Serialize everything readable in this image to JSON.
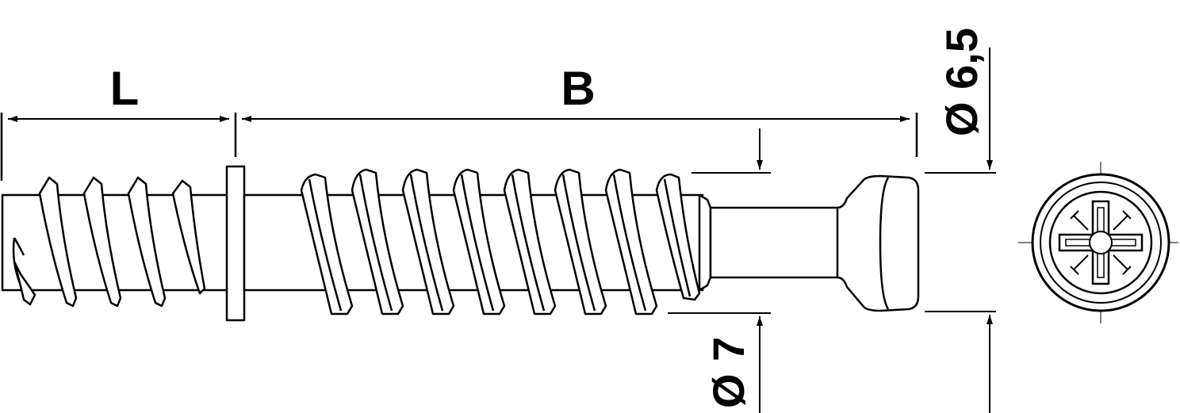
{
  "dimensions": {
    "length_L": "L",
    "length_B": "B",
    "diameter_head": "Ø 6,5",
    "diameter_thread": "Ø 7"
  },
  "colors": {
    "stroke": "#000000",
    "fill": "#ffffff"
  },
  "views": [
    "side-view",
    "head-end-view"
  ],
  "icons": [
    "pozidriv-drive-icon"
  ]
}
